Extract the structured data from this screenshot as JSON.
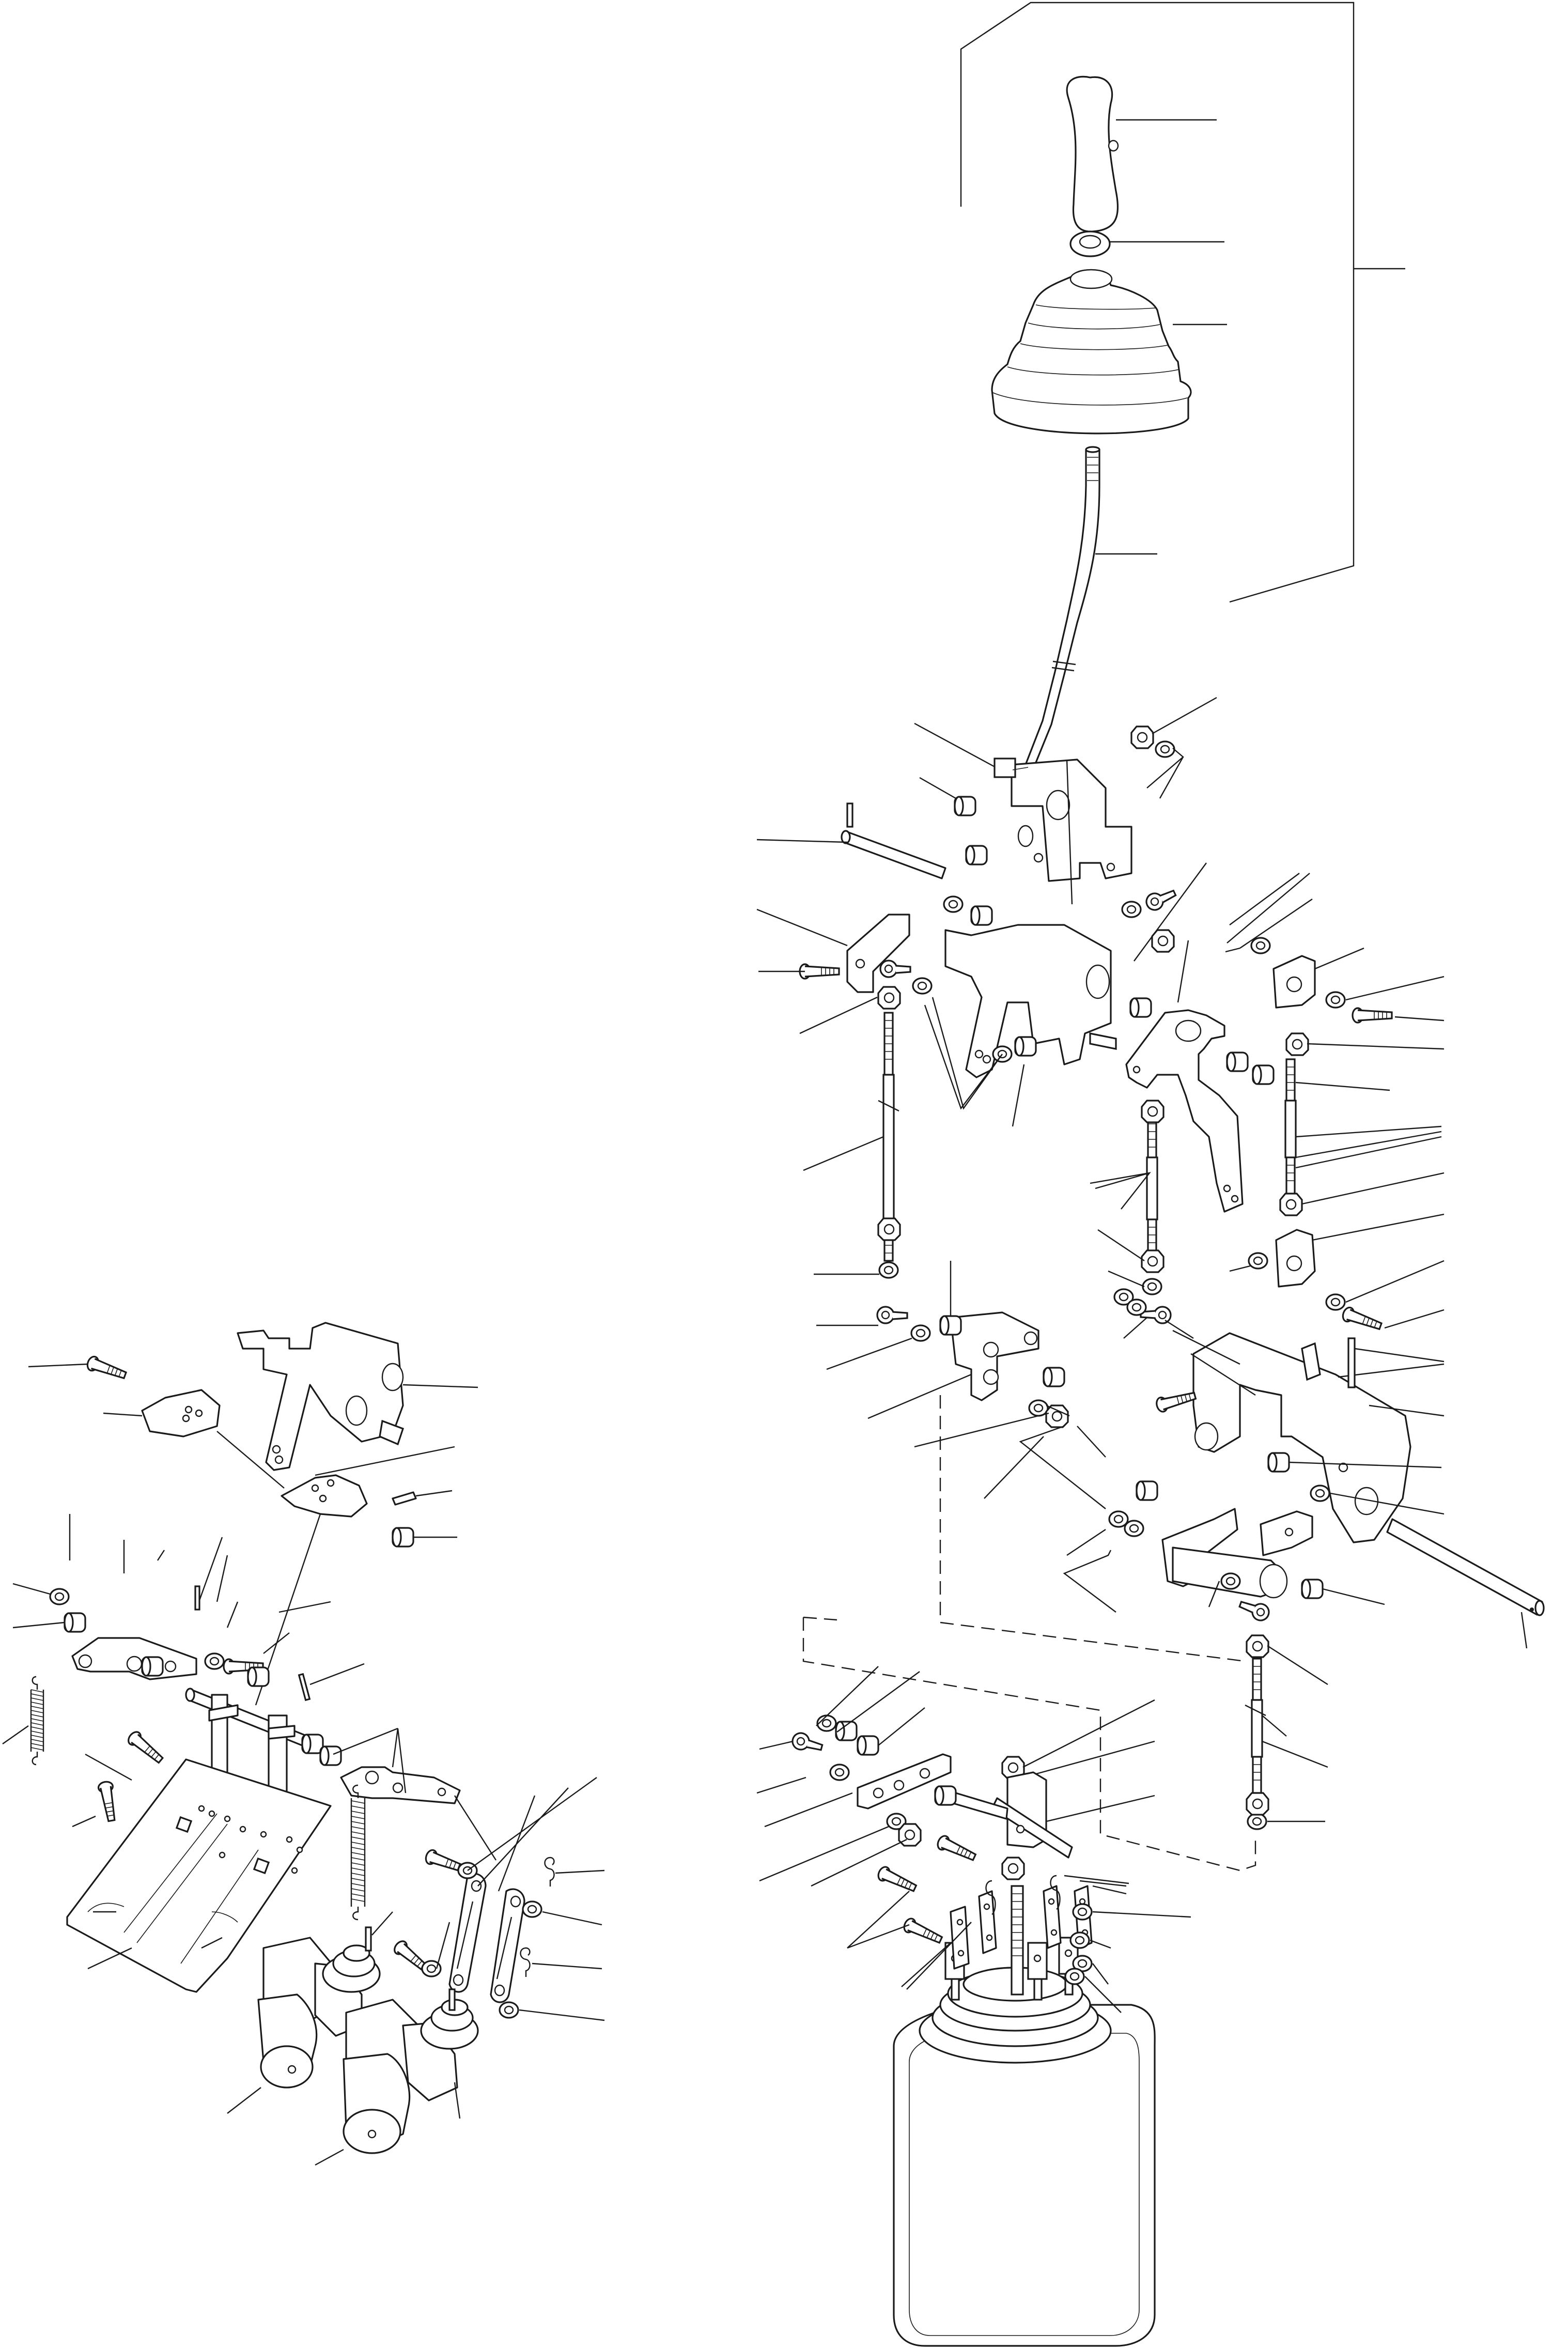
{
  "figure": {
    "type": "exploded-parts-diagram",
    "text_labels": [],
    "line_color": "#1a1a1a",
    "background": "#ffffff"
  },
  "assemblies": [
    {
      "name": "gear-shift-lever-assembly",
      "parts": [
        "knob",
        "nut",
        "boot",
        "lever-rod"
      ]
    },
    {
      "name": "selector-mechanism",
      "parts": [
        "pivot-block",
        "pivot-pin",
        "bracket",
        "rod-end",
        "threaded-rod",
        "shift-fork",
        "clevis",
        "frame",
        "shaft"
      ]
    },
    {
      "name": "transmission-housing",
      "parts": [
        "housing",
        "terminal-studs",
        "clip-links"
      ]
    },
    {
      "name": "solenoid-plate-assembly",
      "parts": [
        "pivot-block",
        "cam-plates",
        "levers",
        "springs",
        "base-plate",
        "solenoids",
        "links",
        "hairpin-clips"
      ]
    }
  ]
}
